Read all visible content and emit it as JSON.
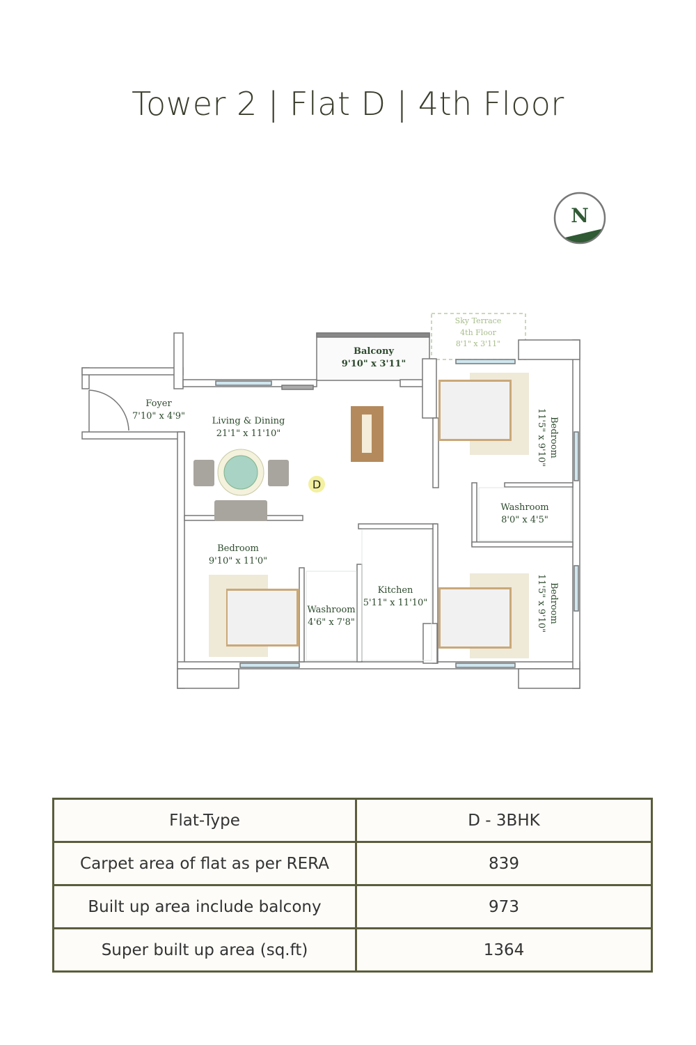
{
  "title": "Tower 2 | Flat D | 4th Floor",
  "compass": {
    "letter": "N"
  },
  "plan": {
    "unit_marker": "D",
    "rooms": {
      "foyer": {
        "name": "Foyer",
        "size": "7'10\" x 4'9\""
      },
      "living": {
        "name": "Living & Dining",
        "size": "21'1\" x 11'10\""
      },
      "balcony": {
        "name": "Balcony",
        "size": "9'10\" x 3'11\""
      },
      "sky_terrace": {
        "name": "Sky Terrace",
        "floor": "4th Floor",
        "size": "8'1\" x 3'11\""
      },
      "bedroom_ne": {
        "name": "Bedroom",
        "size": "11'5\" x 9'10\""
      },
      "washroom_e": {
        "name": "Washroom",
        "size": "8'0\" x 4'5\""
      },
      "bedroom_sw": {
        "name": "Bedroom",
        "size": "9'10\" x 11'0\""
      },
      "washroom_s": {
        "name": "Washroom",
        "size": "4'6\" x 7'8\""
      },
      "kitchen": {
        "name": "Kitchen",
        "size": "5'11\" x 11'10\""
      },
      "bedroom_se": {
        "name": "Bedroom",
        "size": "11'5\" x 9'10\""
      }
    }
  },
  "table": {
    "rows": [
      {
        "label": "Flat-Type",
        "value": "D - 3BHK"
      },
      {
        "label": "Carpet area of flat as per RERA",
        "value": "839"
      },
      {
        "label": "Built up area include balcony",
        "value": "973"
      },
      {
        "label": "Super built up area (sq.ft)",
        "value": "1364"
      }
    ]
  },
  "colors": {
    "accent": "#2f5a34",
    "border": "#5b5d3c",
    "text": "#3a3d2c"
  }
}
